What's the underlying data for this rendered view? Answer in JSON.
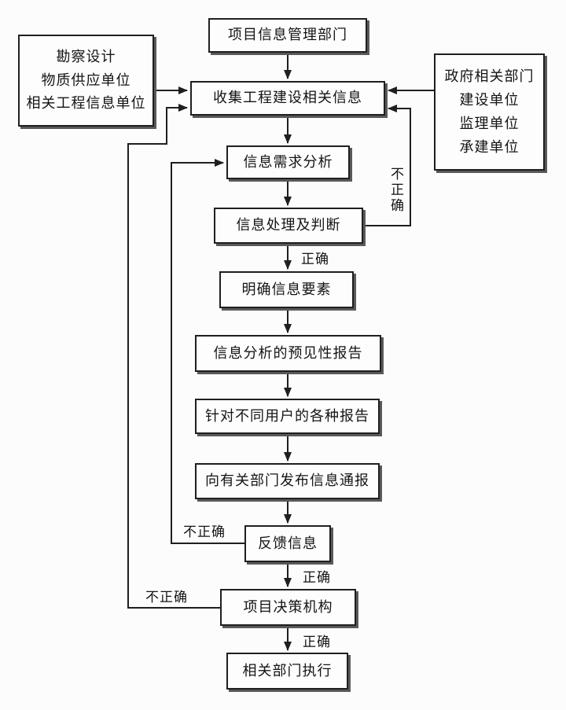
{
  "diagram": {
    "type": "flowchart",
    "colors": {
      "background": "#fcfcfc",
      "box_background": "#fdfdfd",
      "line": "#1f1f1f",
      "shadow": "#595959",
      "text": "#141414"
    },
    "nodes": {
      "top_department": {
        "label": "项目信息管理部门"
      },
      "left_sources": {
        "lines": [
          "勘察设计",
          "物质供应单位",
          "相关工程信息单位"
        ]
      },
      "right_sources": {
        "lines": [
          "政府相关部门",
          "建设单位",
          "监理单位",
          "承建单位"
        ]
      },
      "collect": {
        "label": "收集工程建设相关信息"
      },
      "analysis": {
        "label": "信息需求分析"
      },
      "judge": {
        "label": "信息处理及判断"
      },
      "elements": {
        "label": "明确信息要素"
      },
      "forecast": {
        "label": "信息分析的预见性报告"
      },
      "reports": {
        "label": "针对不同用户的各种报告"
      },
      "notify": {
        "label": "向有关部门发布信息通报"
      },
      "feedback": {
        "label": "反馈信息"
      },
      "decision": {
        "label": "项目决策机构"
      },
      "execute": {
        "label": "相关部门执行"
      }
    },
    "labels": {
      "correct": "正确",
      "incorrect": "不正确"
    },
    "edges": [
      {
        "from": "top_department",
        "to": "collect",
        "label": ""
      },
      {
        "from": "left_sources",
        "to": "collect",
        "label": ""
      },
      {
        "from": "right_sources",
        "to": "collect",
        "label": ""
      },
      {
        "from": "collect",
        "to": "analysis",
        "label": ""
      },
      {
        "from": "analysis",
        "to": "judge",
        "label": ""
      },
      {
        "from": "judge",
        "to": "elements",
        "label": "正确"
      },
      {
        "from": "judge",
        "to": "collect",
        "label": "不正确"
      },
      {
        "from": "elements",
        "to": "forecast",
        "label": ""
      },
      {
        "from": "forecast",
        "to": "reports",
        "label": ""
      },
      {
        "from": "reports",
        "to": "notify",
        "label": ""
      },
      {
        "from": "notify",
        "to": "feedback",
        "label": ""
      },
      {
        "from": "feedback",
        "to": "decision",
        "label": "正确"
      },
      {
        "from": "feedback",
        "to": "analysis",
        "label": "不正确"
      },
      {
        "from": "decision",
        "to": "execute",
        "label": "正确"
      },
      {
        "from": "decision",
        "to": "collect",
        "label": "不正确"
      }
    ]
  }
}
